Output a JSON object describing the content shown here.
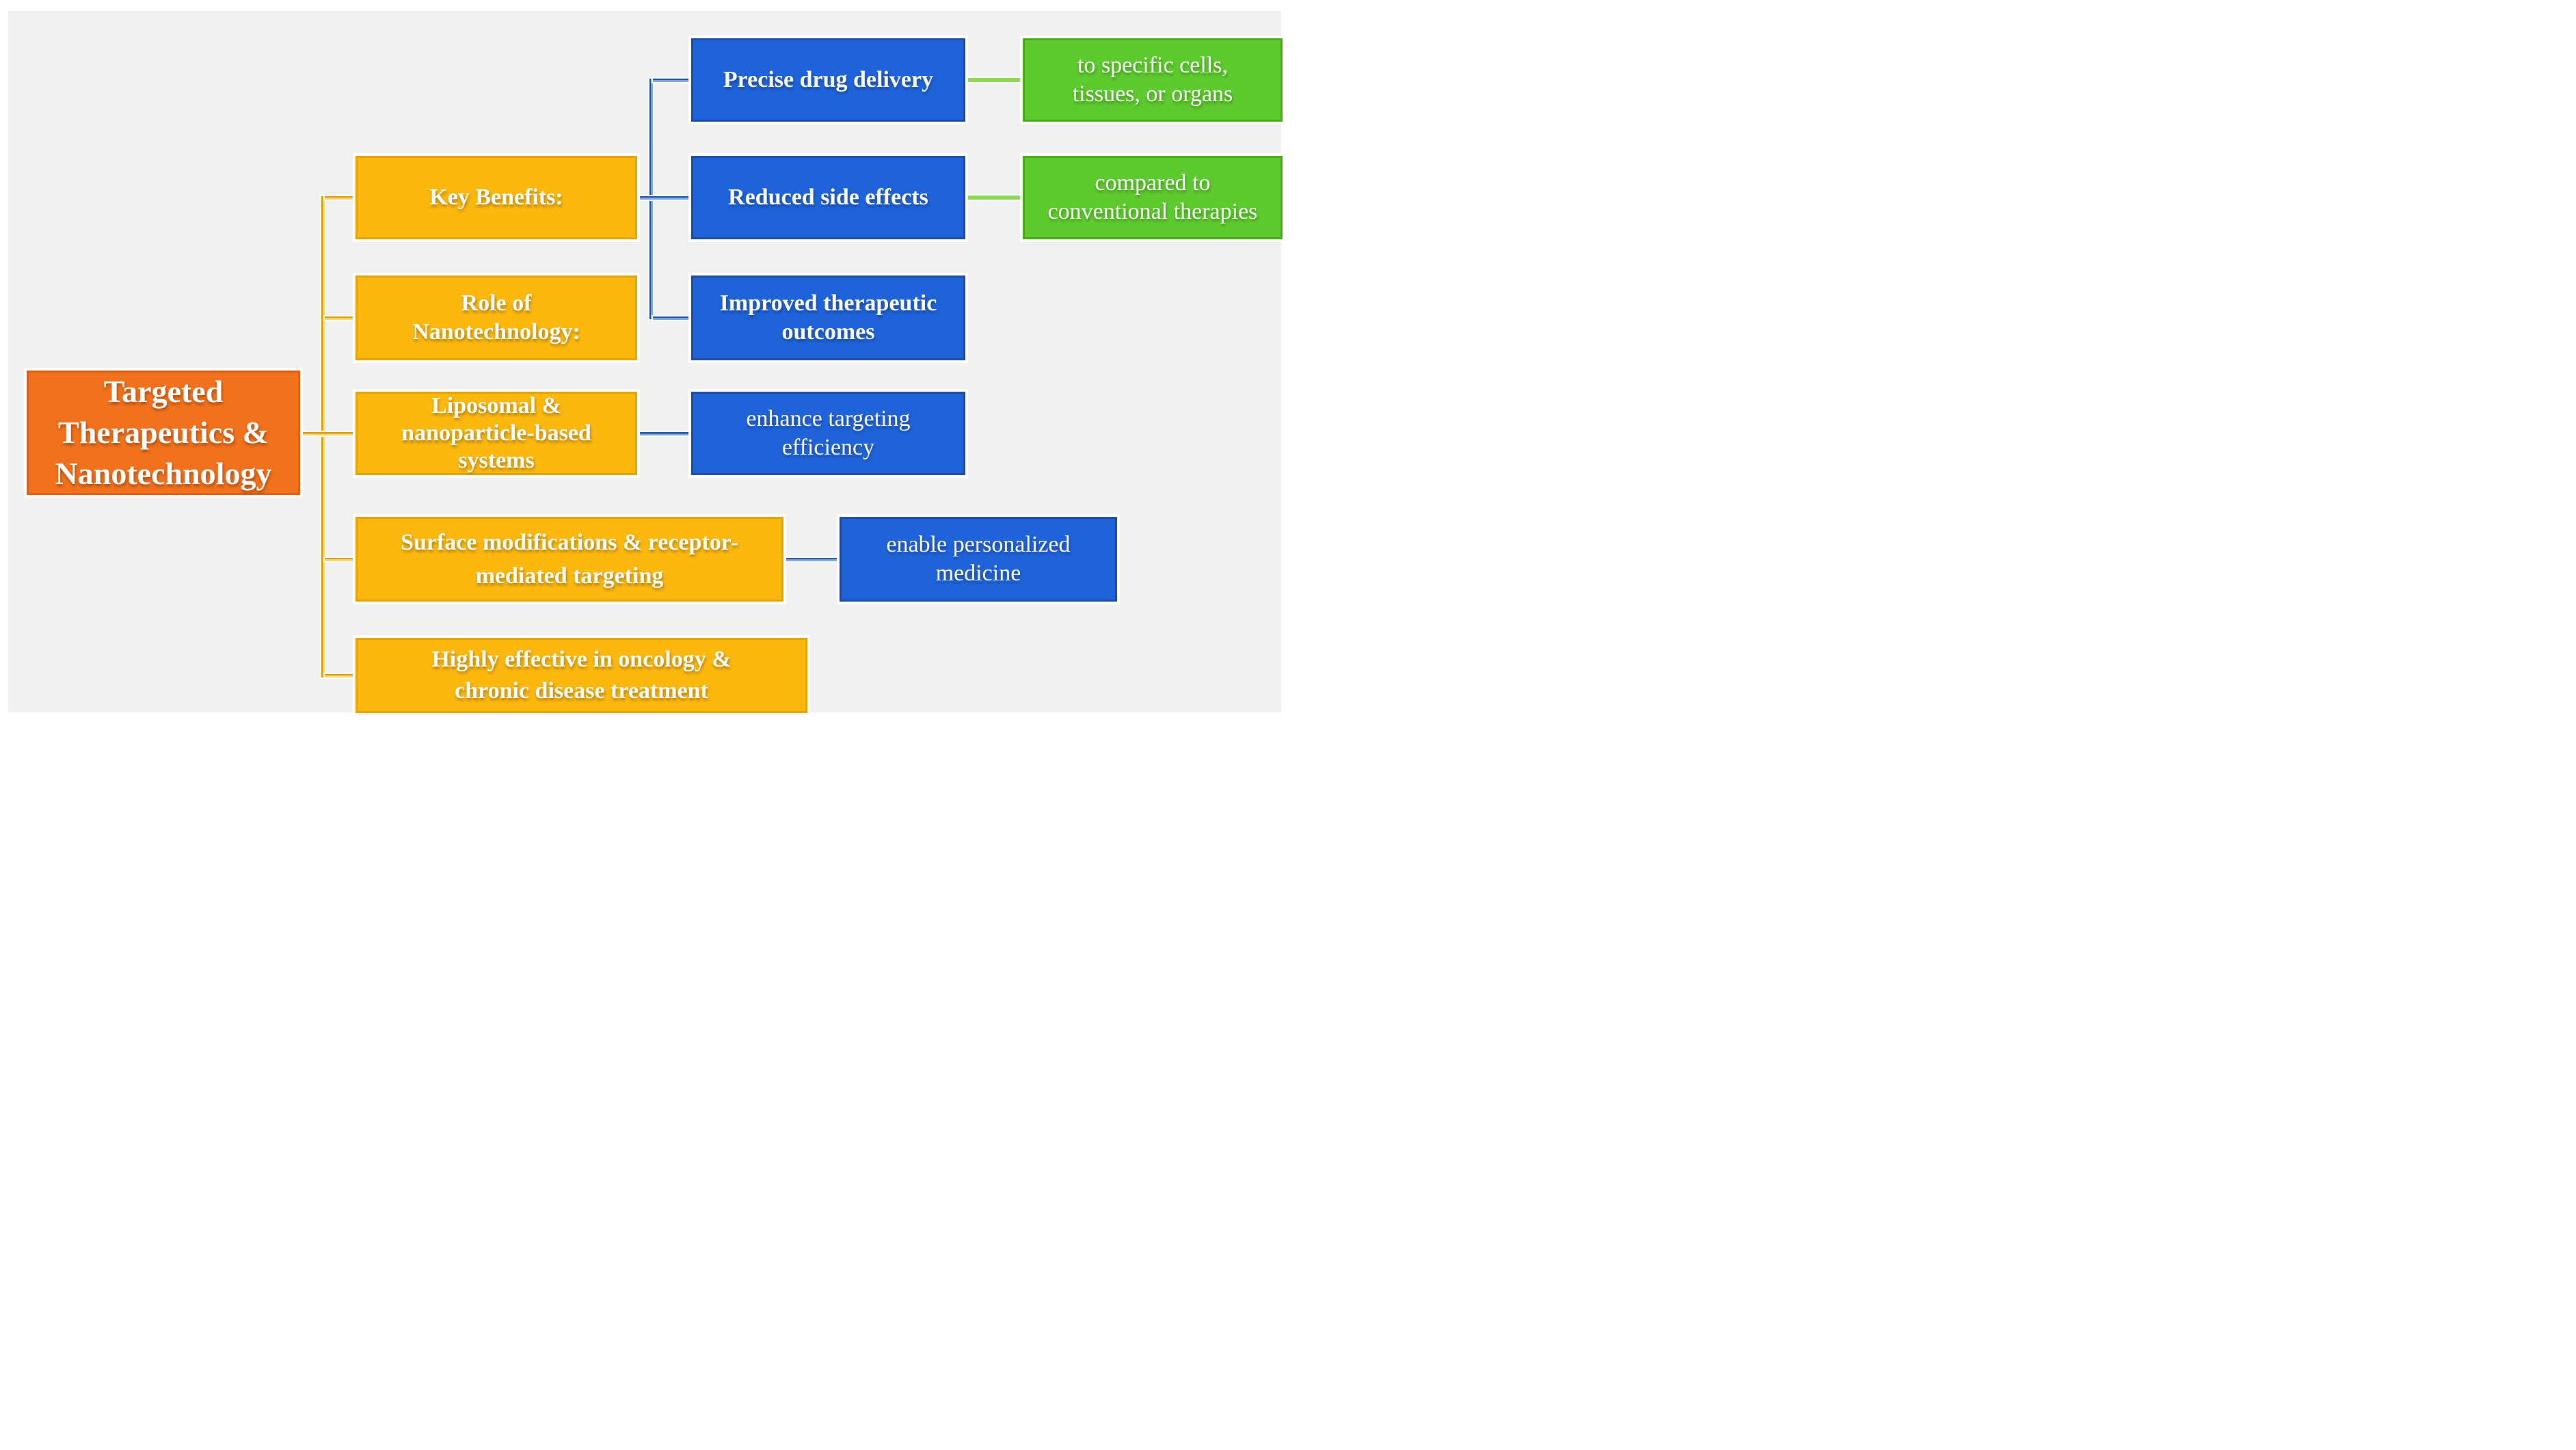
{
  "palette": {
    "canvas": "#f1f1f2",
    "text": "#ffffff",
    "orange": "#f2711c",
    "orange_border": "#de5f10",
    "yellow": "#fdb80e",
    "yellow_border": "#e2a400",
    "blue": "#1f63db",
    "blue_border": "#1a4aa2",
    "green": "#5dcb2d",
    "green_border": "#47aa19",
    "connector_yellow_dark": "#d79b04",
    "connector_yellow_light": "#ffd66e",
    "connector_blue_dark": "#1d4f9c",
    "connector_blue_light": "#7fa6e0",
    "connector_green": "#8fd655"
  },
  "diagram": {
    "root": {
      "label": "Targeted\nTherapeutics &\nNanotechnology"
    },
    "level1": [
      {
        "id": "key-benefits",
        "label": "Key Benefits:"
      },
      {
        "id": "role-of-nanotechnology",
        "label": "Role of\nNanotechnology:"
      },
      {
        "id": "liposomal-systems",
        "label": "Liposomal &\nnanoparticle-based\nsystems"
      },
      {
        "id": "surface-modifications",
        "label": "Surface modifications & receptor-\nmediated targeting"
      },
      {
        "id": "oncology-effectiveness",
        "label": "Highly effective in oncology &\nchronic disease treatment"
      }
    ],
    "level2": [
      {
        "id": "precise-delivery",
        "label": "Precise drug delivery"
      },
      {
        "id": "reduced-side-effects",
        "label": "Reduced side effects"
      },
      {
        "id": "improved-outcomes",
        "label": "Improved therapeutic\noutcomes"
      },
      {
        "id": "enhance-targeting",
        "label": "enhance targeting\nefficiency"
      },
      {
        "id": "enable-personalized",
        "label": "enable personalized\nmedicine"
      }
    ],
    "level3": [
      {
        "id": "specific-cells",
        "label": "to specific cells,\ntissues, or organs"
      },
      {
        "id": "vs-conventional",
        "label": "compared to\nconventional therapies"
      }
    ]
  }
}
